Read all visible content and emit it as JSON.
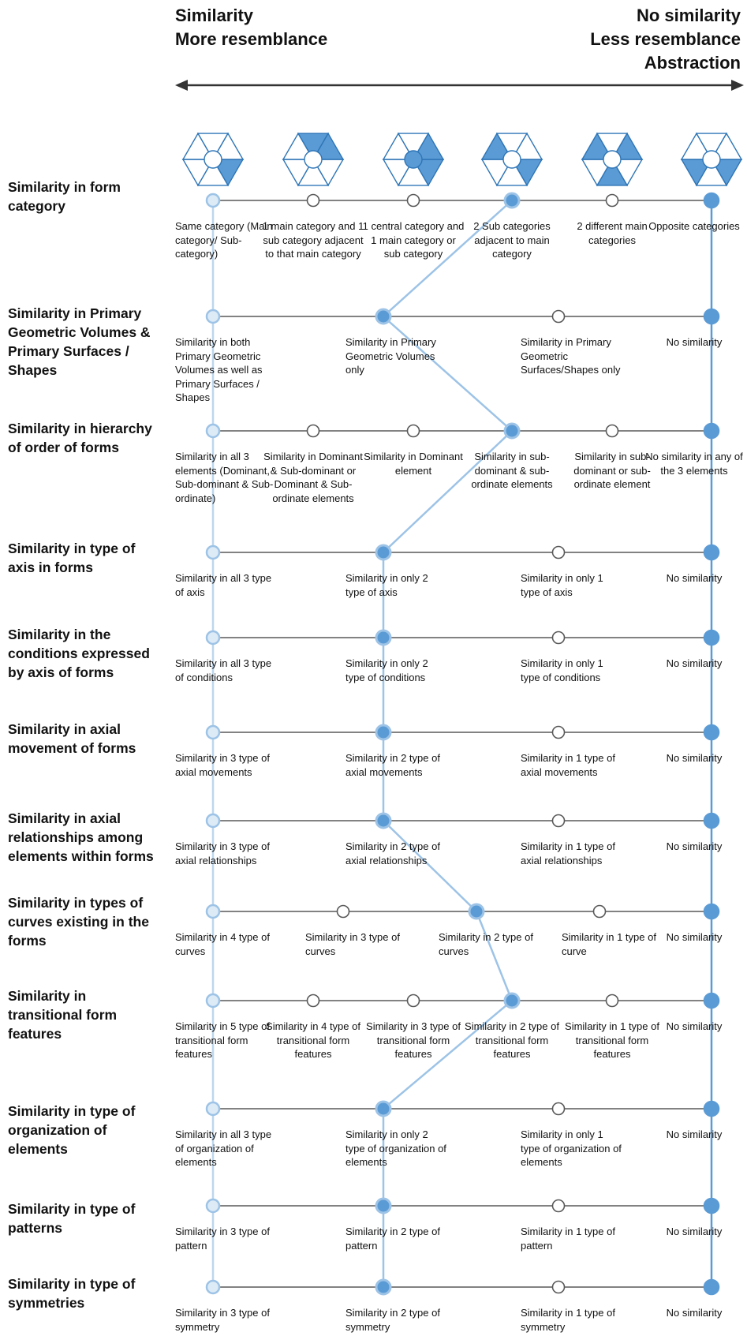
{
  "header": {
    "left": [
      "Similarity",
      "More resemblance"
    ],
    "right": [
      "No similarity",
      "Less resemblance",
      "Abstraction"
    ]
  },
  "colors": {
    "accent": "#5b9bd5",
    "light_accent": "#bdd7ee",
    "line_grey": "#595959",
    "light_path": "#9dc3e6"
  },
  "hexagon_icons": [
    {
      "name": "hex-same-category-icon"
    },
    {
      "name": "hex-main-sub-adjacent-icon"
    },
    {
      "name": "hex-central-category-icon"
    },
    {
      "name": "hex-two-sub-adjacent-icon"
    },
    {
      "name": "hex-two-different-main-icon"
    },
    {
      "name": "hex-opposite-categories-icon"
    }
  ],
  "rows": [
    {
      "label": "Similarity in form category",
      "selected": 3,
      "options": [
        {
          "text": "Same category (Main category/ Sub-category)"
        },
        {
          "text": "1 main category and 1 sub category adjacent to that main category"
        },
        {
          "text": "1 central category and 1 main category or  sub category"
        },
        {
          "text": "2 Sub categories adjacent to main category"
        },
        {
          "text": "2 different main categories"
        },
        {
          "text": "Opposite categories"
        }
      ]
    },
    {
      "label": "Similarity in Primary Geometric Volumes & Primary Surfaces / Shapes",
      "selected": 1,
      "options": [
        {
          "text": "Similarity in both Primary Geometric Volumes as well as Primary Surfaces / Shapes"
        },
        {
          "text": "Similarity in Primary Geometric Volumes only"
        },
        {
          "text": "Similarity in Primary Geometric Surfaces/Shapes only"
        },
        {
          "text": "No similarity"
        }
      ]
    },
    {
      "label": "Similarity in hierarchy of order of forms",
      "selected": 3,
      "options": [
        {
          "text": "Similarity in all 3 elements (Dominant, Sub-dominant & Sub-ordinate)"
        },
        {
          "text": "Similarity in Dominant & Sub-dominant or Dominant & Sub-ordinate elements"
        },
        {
          "text": "Similarity in Dominant element"
        },
        {
          "text": "Similarity in sub-dominant & sub-ordinate elements"
        },
        {
          "text": "Similarity in sub-dominant or sub-ordinate element"
        },
        {
          "text": "No similarity in any of the 3 elements"
        }
      ]
    },
    {
      "label": "Similarity in type of axis in forms",
      "selected": 1,
      "options": [
        {
          "text": "Similarity in all 3 type of axis"
        },
        {
          "text": "Similarity in only 2 type of axis"
        },
        {
          "text": "Similarity in only 1 type of axis"
        },
        {
          "text": "No similarity"
        }
      ]
    },
    {
      "label": "Similarity in the conditions expressed by axis of forms",
      "selected": 1,
      "options": [
        {
          "text": "Similarity in all 3 type of conditions"
        },
        {
          "text": "Similarity in only 2 type of conditions"
        },
        {
          "text": "Similarity in only 1 type of conditions"
        },
        {
          "text": "No similarity"
        }
      ]
    },
    {
      "label": "Similarity in axial movement of forms",
      "selected": 1,
      "options": [
        {
          "text": "Similarity in 3 type of axial movements"
        },
        {
          "text": "Similarity in 2 type of axial movements"
        },
        {
          "text": "Similarity in 1 type of axial movements"
        },
        {
          "text": "No similarity"
        }
      ]
    },
    {
      "label": "Similarity in axial relationships among elements within forms",
      "selected": 1,
      "options": [
        {
          "text": "Similarity in 3 type of axial relationships"
        },
        {
          "text": "Similarity in 2 type of axial relationships"
        },
        {
          "text": "Similarity in 1 type of axial relationships"
        },
        {
          "text": "No similarity"
        }
      ]
    },
    {
      "label": "Similarity in types of curves existing in the forms",
      "selected": 2,
      "options": [
        {
          "text": "Similarity in 4 type of curves"
        },
        {
          "text": "Similarity in 3 type of curves"
        },
        {
          "text": "Similarity in 2 type of curves"
        },
        {
          "text": "Similarity in 1 type of curve"
        },
        {
          "text": "No similarity"
        }
      ]
    },
    {
      "label": "Similarity in transitional form features",
      "selected": 3,
      "options": [
        {
          "text": "Similarity in 5 type of transitional form features"
        },
        {
          "text": "Similarity in 4 type of transitional form features"
        },
        {
          "text": "Similarity in 3 type of transitional form features"
        },
        {
          "text": "Similarity in 2 type of transitional form features"
        },
        {
          "text": "Similarity in 1 type of transitional form features"
        },
        {
          "text": "No similarity"
        }
      ]
    },
    {
      "label": "Similarity in type of organization of elements",
      "selected": 1,
      "options": [
        {
          "text": "Similarity in all 3 type of organization of elements"
        },
        {
          "text": "Similarity in only 2 type of organization of elements"
        },
        {
          "text": "Similarity in only 1 type of organization of elements"
        },
        {
          "text": "No similarity"
        }
      ]
    },
    {
      "label": "Similarity in type of patterns",
      "selected": 1,
      "options": [
        {
          "text": "Similarity in 3 type of pattern"
        },
        {
          "text": "Similarity in 2 type of pattern"
        },
        {
          "text": "Similarity in 1 type of pattern"
        },
        {
          "text": "No similarity"
        }
      ]
    },
    {
      "label": "Similarity in type of symmetries",
      "selected": 1,
      "options": [
        {
          "text": "Similarity in 3 type of symmetry"
        },
        {
          "text": "Similarity in 2 type of symmetry"
        },
        {
          "text": "Similarity in 1 type of symmetry"
        },
        {
          "text": "No similarity"
        }
      ]
    }
  ]
}
